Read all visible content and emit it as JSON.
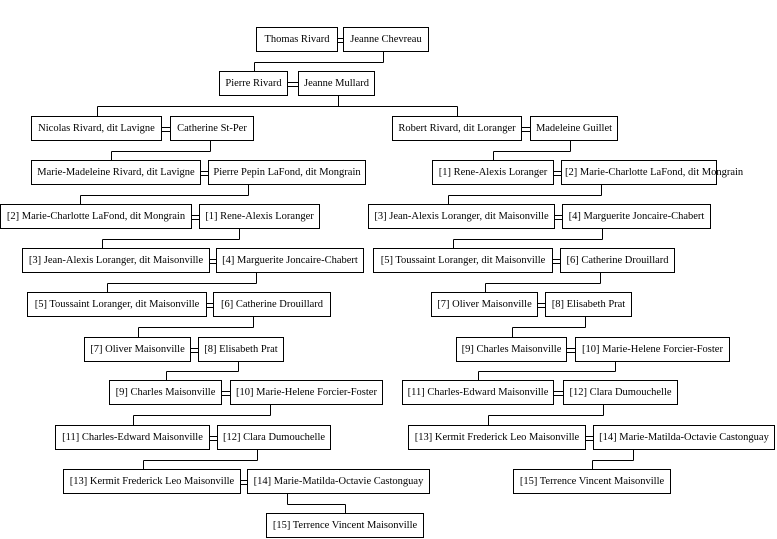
{
  "persons": [
    {
      "id": "p0",
      "name": "Thomas Rivard"
    },
    {
      "id": "p1",
      "name": "Jeanne Chevreau"
    },
    {
      "id": "p2",
      "name": "Pierre Rivard"
    },
    {
      "id": "p3",
      "name": "Jeanne Mullard"
    },
    {
      "id": "p4",
      "name": "Nicolas Rivard, dit Lavigne"
    },
    {
      "id": "p5",
      "name": "Catherine St-Per"
    },
    {
      "id": "p6",
      "name": "Robert Rivard, dit Loranger"
    },
    {
      "id": "p7",
      "name": "Madeleine Guillet"
    },
    {
      "id": "p8",
      "name": "Marie-Madeleine Rivard, dit Lavigne"
    },
    {
      "id": "p9",
      "name": "Pierre Pepin LaFond, dit Mongrain"
    },
    {
      "id": "p10",
      "name": "[1] Rene-Alexis Loranger"
    },
    {
      "id": "p11",
      "name": "[2] Marie-Charlotte LaFond, dit Mongrain"
    },
    {
      "id": "p12",
      "name": "[2] Marie-Charlotte LaFond, dit Mongrain"
    },
    {
      "id": "p13",
      "name": "[1] Rene-Alexis Loranger"
    },
    {
      "id": "p14",
      "name": "[3] Jean-Alexis Loranger, dit Maisonville"
    },
    {
      "id": "p15",
      "name": "[4] Marguerite Joncaire-Chabert"
    },
    {
      "id": "p16",
      "name": "[3] Jean-Alexis Loranger, dit Maisonville"
    },
    {
      "id": "p17",
      "name": "[4] Marguerite Joncaire-Chabert"
    },
    {
      "id": "p18",
      "name": "[5] Toussaint Loranger, dit Maisonville"
    },
    {
      "id": "p19",
      "name": "[6] Catherine Drouillard"
    },
    {
      "id": "p20",
      "name": "[5] Toussaint Loranger, dit Maisonville"
    },
    {
      "id": "p21",
      "name": "[6] Catherine Drouillard"
    },
    {
      "id": "p22",
      "name": "[7] Oliver Maisonville"
    },
    {
      "id": "p23",
      "name": "[8] Elisabeth Prat"
    },
    {
      "id": "p24",
      "name": "[7] Oliver Maisonville"
    },
    {
      "id": "p25",
      "name": "[8] Elisabeth Prat"
    },
    {
      "id": "p26",
      "name": "[9] Charles Maisonville"
    },
    {
      "id": "p27",
      "name": "[10] Marie-Helene Forcier-Foster"
    },
    {
      "id": "p28",
      "name": "[9] Charles Maisonville"
    },
    {
      "id": "p29",
      "name": "[10] Marie-Helene Forcier-Foster"
    },
    {
      "id": "p30",
      "name": "[11] Charles-Edward Maisonville"
    },
    {
      "id": "p31",
      "name": "[12] Clara Dumouchelle"
    },
    {
      "id": "p32",
      "name": "[11] Charles-Edward Maisonville"
    },
    {
      "id": "p33",
      "name": "[12] Clara Dumouchelle"
    },
    {
      "id": "p34",
      "name": "[13] Kermit Frederick Leo Maisonville"
    },
    {
      "id": "p35",
      "name": "[14] Marie-Matilda-Octavie Castonguay"
    },
    {
      "id": "p36",
      "name": "[13] Kermit Frederick Leo Maisonville"
    },
    {
      "id": "p37",
      "name": "[14] Marie-Matilda-Octavie Castonguay"
    },
    {
      "id": "p38",
      "name": "[15] Terrence Vincent Maisonville"
    },
    {
      "id": "p39",
      "name": "[15] Terrence Vincent Maisonville"
    }
  ],
  "couples": [
    {
      "a": "p0",
      "b": "p1",
      "children": [
        "p2"
      ]
    },
    {
      "a": "p2",
      "b": "p3",
      "children": [
        "p4",
        "p6"
      ]
    },
    {
      "a": "p4",
      "b": "p5",
      "children": [
        "p8"
      ]
    },
    {
      "a": "p6",
      "b": "p7",
      "children": [
        "p10"
      ]
    },
    {
      "a": "p8",
      "b": "p9",
      "children": [
        "p12"
      ]
    },
    {
      "a": "p10",
      "b": "p11",
      "children": [
        "p14"
      ]
    },
    {
      "a": "p12",
      "b": "p13",
      "children": [
        "p16"
      ]
    },
    {
      "a": "p14",
      "b": "p15",
      "children": [
        "p18"
      ]
    },
    {
      "a": "p16",
      "b": "p17",
      "children": [
        "p20"
      ]
    },
    {
      "a": "p18",
      "b": "p19",
      "children": [
        "p22"
      ]
    },
    {
      "a": "p20",
      "b": "p21",
      "children": [
        "p24"
      ]
    },
    {
      "a": "p22",
      "b": "p23",
      "children": [
        "p26"
      ]
    },
    {
      "a": "p24",
      "b": "p25",
      "children": [
        "p28"
      ]
    },
    {
      "a": "p26",
      "b": "p27",
      "children": [
        "p30"
      ]
    },
    {
      "a": "p28",
      "b": "p29",
      "children": [
        "p32"
      ]
    },
    {
      "a": "p30",
      "b": "p31",
      "children": [
        "p34"
      ]
    },
    {
      "a": "p32",
      "b": "p33",
      "children": [
        "p36"
      ]
    },
    {
      "a": "p34",
      "b": "p35",
      "children": [
        "p38"
      ]
    },
    {
      "a": "p36",
      "b": "p37",
      "children": [
        "p39"
      ]
    }
  ]
}
